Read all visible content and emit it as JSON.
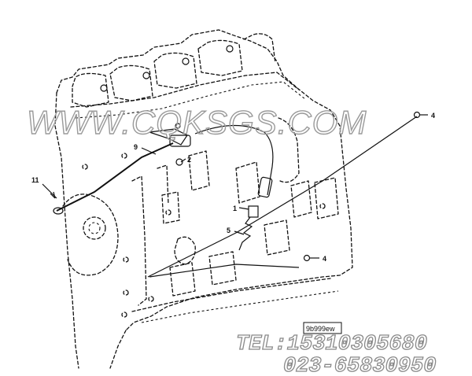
{
  "watermark": {
    "text": "WWW.CQKSGS.COM"
  },
  "callouts": {
    "c11": "11",
    "c9": "9",
    "c2": "2",
    "c4a": "4",
    "c1": "1",
    "c5": "5",
    "c4b": "4"
  },
  "drawing_code": "9b999ew",
  "contact": {
    "tel": "TEL:15310305680",
    "phone": "023-65830950"
  }
}
